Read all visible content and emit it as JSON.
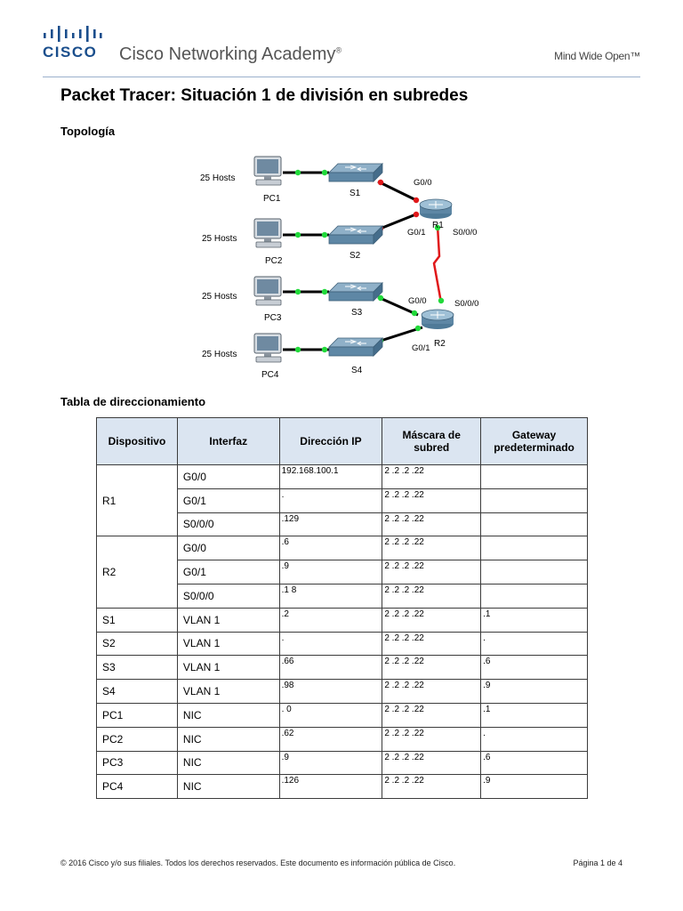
{
  "header": {
    "brand": "CISCO",
    "academy": "Cisco Networking Academy",
    "trademark": "®",
    "tagline": "Mind Wide Open™",
    "brand_color": "#1a4e8c"
  },
  "title": "Packet Tracer: Situación 1 de división en subredes",
  "topology": {
    "heading": "Topología",
    "hosts": [
      "25 Hosts",
      "25 Hosts",
      "25 Hosts",
      "25 Hosts"
    ],
    "pcs": [
      "PC1",
      "PC2",
      "PC3",
      "PC4"
    ],
    "switches": [
      "S1",
      "S2",
      "S3",
      "S4"
    ],
    "routers": [
      "R1",
      "R2"
    ],
    "ports": {
      "r1_g00": "G0/0",
      "r1_g01": "G0/1",
      "r1_s000": "S0/0/0",
      "r2_g00": "G0/0",
      "r2_s000": "S0/0/0",
      "r2_g01": "G0/1"
    }
  },
  "addressing": {
    "heading": "Tabla de direccionamiento",
    "columns": [
      "Dispositivo",
      "Interfaz",
      "Dirección IP",
      "Máscara de subred",
      "Gateway predeterminado"
    ],
    "rows": [
      {
        "device": "R1",
        "rowspan": 3,
        "interface": "G0/0",
        "ip": "192.168.100.1",
        "mask": "2 .2 .2 .22",
        "gw": ""
      },
      {
        "device": "",
        "interface": "G0/1",
        "ip": ".",
        "mask": "2 .2 .2 .22",
        "gw": ""
      },
      {
        "device": "",
        "interface": "S0/0/0",
        "ip": ".129",
        "mask": "2 .2 .2 .22",
        "gw": ""
      },
      {
        "device": "R2",
        "rowspan": 3,
        "interface": "G0/0",
        "ip": ".6",
        "mask": "2 .2 .2 .22",
        "gw": ""
      },
      {
        "device": "",
        "interface": "G0/1",
        "ip": ".9",
        "mask": "2 .2 .2 .22",
        "gw": ""
      },
      {
        "device": "",
        "interface": "S0/0/0",
        "ip": ".1 8",
        "mask": "2 .2 .2 .22",
        "gw": ""
      },
      {
        "device": "S1",
        "rowspan": 1,
        "interface": "VLAN 1",
        "ip": ".2",
        "mask": "2 .2 .2 .22",
        "gw": ".1"
      },
      {
        "device": "S2",
        "rowspan": 1,
        "interface": "VLAN 1",
        "ip": ".",
        "mask": "2 .2 .2 .22",
        "gw": "."
      },
      {
        "device": "S3",
        "rowspan": 1,
        "interface": "VLAN 1",
        "ip": ".66",
        "mask": "2 .2 .2 .22",
        "gw": ".6"
      },
      {
        "device": "S4",
        "rowspan": 1,
        "interface": "VLAN 1",
        "ip": ".98",
        "mask": "2 .2 .2 .22",
        "gw": ".9"
      },
      {
        "device": "PC1",
        "rowspan": 1,
        "interface": "NIC",
        "ip": ". 0",
        "mask": "2 .2 .2 .22",
        "gw": ".1"
      },
      {
        "device": "PC2",
        "rowspan": 1,
        "interface": "NIC",
        "ip": ".62",
        "mask": "2 .2 .2 .22",
        "gw": "."
      },
      {
        "device": "PC3",
        "rowspan": 1,
        "interface": "NIC",
        "ip": ".9",
        "mask": "2 .2 .2 .22",
        "gw": ".6"
      },
      {
        "device": "PC4",
        "rowspan": 1,
        "interface": "NIC",
        "ip": ".126",
        "mask": "2 .2 .2 .22",
        "gw": ".9"
      }
    ]
  },
  "footer": {
    "copyright": "© 2016 Cisco y/o sus filiales. Todos los derechos reservados. Este documento es información pública de Cisco.",
    "page": "Página 1 de 4"
  }
}
